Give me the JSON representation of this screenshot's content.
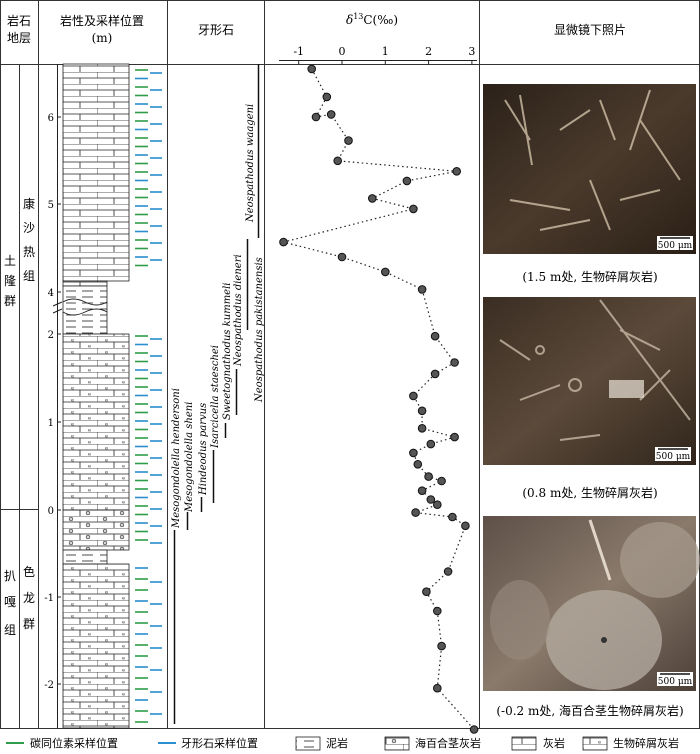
{
  "headers": {
    "strata": "岩石\n地层",
    "lithology": "岩性及采样位置\n(m)",
    "conodont": "牙形石",
    "isotope_prefix": "δ",
    "isotope_sup": "13",
    "isotope_suffix": "C(‰)",
    "micro": "显微镜下照片"
  },
  "strata": {
    "upper_group": [
      "土",
      "隆",
      "群"
    ],
    "upper_formation": [
      "康",
      "沙",
      "热",
      "组"
    ],
    "lower_group": [
      "扒",
      "嘎",
      "组"
    ],
    "lower_formation": [
      "色",
      "龙",
      "群"
    ]
  },
  "depth_ticks_upper": [
    "6",
    "5",
    "4"
  ],
  "depth_ticks_lower": [
    "2",
    "1",
    "0",
    "-1",
    "-2"
  ],
  "isotope_axis_ticks": [
    "-1",
    "0",
    "1",
    "2",
    "3"
  ],
  "conodonts": [
    "Mesogondolella hendersoni",
    "Mesogondolella sheni",
    "Hindeodus parvus",
    "Isarcicella staeschei",
    "Sweetognathodus kummeli",
    "Neospathodus dieneri",
    "Neospathodus pakistanensis",
    "Neospathodus waageni"
  ],
  "chart_data": {
    "type": "scatter",
    "xlabel": "δ13C(‰)",
    "ylabel": "(m)",
    "xlim": [
      -1.5,
      3.2
    ],
    "points": [
      [
        -0.7,
        6.55
      ],
      [
        -0.35,
        6.23
      ],
      [
        -0.6,
        6.0
      ],
      [
        -0.25,
        6.03
      ],
      [
        0.15,
        5.73
      ],
      [
        -0.1,
        5.5
      ],
      [
        2.65,
        5.38
      ],
      [
        1.5,
        5.27
      ],
      [
        0.7,
        5.07
      ],
      [
        1.65,
        4.95
      ],
      [
        -1.35,
        4.57
      ],
      [
        0.0,
        4.4
      ],
      [
        1.0,
        4.23
      ],
      [
        1.85,
        4.03
      ],
      [
        2.15,
        1.98
      ],
      [
        2.6,
        1.68
      ],
      [
        2.15,
        1.55
      ],
      [
        1.65,
        1.3
      ],
      [
        1.85,
        1.13
      ],
      [
        1.85,
        0.93
      ],
      [
        2.6,
        0.83
      ],
      [
        2.05,
        0.75
      ],
      [
        1.65,
        0.65
      ],
      [
        1.75,
        0.52
      ],
      [
        2.0,
        0.38
      ],
      [
        2.3,
        0.33
      ],
      [
        1.85,
        0.22
      ],
      [
        2.05,
        0.12
      ],
      [
        2.2,
        0.06
      ],
      [
        1.7,
        -0.03
      ],
      [
        2.55,
        -0.08
      ],
      [
        2.85,
        -0.18
      ],
      [
        2.45,
        -0.7
      ],
      [
        1.95,
        -0.93
      ],
      [
        2.2,
        -1.15
      ],
      [
        2.3,
        -1.55
      ],
      [
        2.2,
        -2.03
      ],
      [
        3.05,
        -2.5
      ]
    ]
  },
  "photos": [
    {
      "scale": "500 μm",
      "caption": "(1.5 m处, 生物碎屑灰岩)"
    },
    {
      "scale": "500 μm",
      "caption": "(0.8 m处, 生物碎屑灰岩)"
    },
    {
      "scale": "500 μm",
      "caption": "(-0.2 m处, 海百合茎生物碎屑灰岩)"
    }
  ],
  "legend": {
    "carbon": "碳同位素采样位置",
    "conodont": "牙形石采样位置",
    "mudstone": "泥岩",
    "crinoid": "海百合茎灰岩",
    "limestone": "灰岩",
    "bioclastic": "生物碎屑灰岩"
  },
  "colors": {
    "carbon_sample": "#2e9c48",
    "conodont_sample": "#2a8ecf",
    "point_fill": "#555555"
  }
}
